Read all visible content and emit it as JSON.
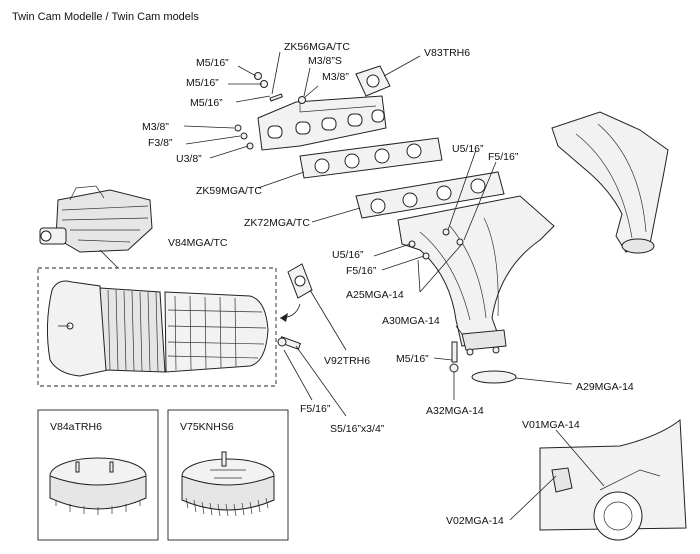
{
  "title": "Twin Cam Modelle / Twin Cam models",
  "labels": {
    "zk56": "ZK56MGA/TC",
    "v83": "V83TRH6",
    "m516_a": "M5/16”",
    "m516_b": "M5/16”",
    "m516_c": "M5/16”",
    "m38s": "M3/8”S",
    "m38_top": "M3/8”",
    "m38_left": "M3/8”",
    "f38": "F3/8”",
    "u38": "U3/8”",
    "u516_top": "U5/16”",
    "f516_top": "F5/16”",
    "zk59": "ZK59MGA/TC",
    "zk72": "ZK72MGA/TC",
    "v84": "V84MGA/TC",
    "u516_mid": "U5/16”",
    "f516_mid": "F5/16”",
    "a25": "A25MGA-14",
    "a30": "A30MGA-14",
    "m516_low": "M5/16”",
    "a29": "A29MGA-14",
    "a32": "A32MGA-14",
    "v92": "V92TRH6",
    "f516_low": "F5/16”",
    "s516": "S5/16”x3/4”",
    "v01": "V01MGA-14",
    "v02": "V02MGA-14"
  },
  "insets": {
    "v84a": "V84aTRH6",
    "v75": "V75KNHS6"
  }
}
